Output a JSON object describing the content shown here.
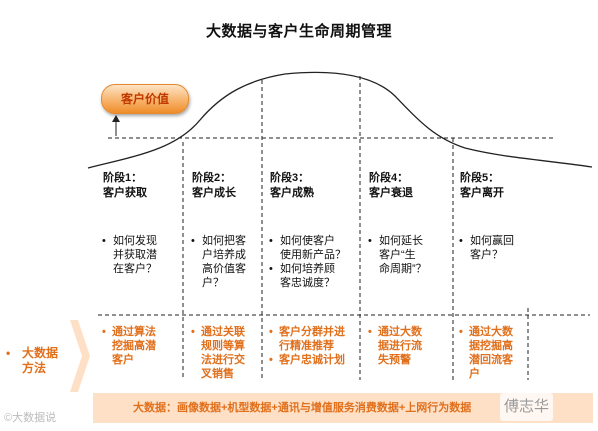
{
  "title": "大数据与客户生命周期管理",
  "value_label": "客户价值",
  "stages": [
    {
      "label": "阶段1：",
      "name": "客户获取",
      "questions": [
        [
          "如何发现",
          "并获取潜",
          "在客户？"
        ]
      ],
      "methods": [
        [
          "通过算法",
          "挖掘高潜",
          "客户"
        ]
      ]
    },
    {
      "label": "阶段2：",
      "name": "客户成长",
      "questions": [
        [
          "如何把客",
          "户培养成",
          "高价值客",
          "户？"
        ]
      ],
      "methods": [
        [
          "通过关联",
          "规则等算",
          "法进行交",
          "叉销售"
        ]
      ]
    },
    {
      "label": "阶段3：",
      "name": "客户成熟",
      "questions": [
        [
          "如何使客户",
          "使用新产品？"
        ],
        [
          "如何培养顾",
          "客忠诚度？"
        ]
      ],
      "methods": [
        [
          "客户分群并进",
          "行精准推荐"
        ],
        [
          "客户忠诚计划"
        ]
      ]
    },
    {
      "label": "阶段4：",
      "name": "客户衰退",
      "questions": [
        [
          "如何延长",
          "客户“生",
          "命周期”？"
        ]
      ],
      "methods": [
        [
          "通过大数",
          "据进行流",
          "失预警"
        ]
      ]
    },
    {
      "label": "阶段5：",
      "name": "客户离开",
      "questions": [
        [
          "如何赢回",
          "客户？"
        ]
      ],
      "methods": [
        [
          "通过大数",
          "据挖掘高",
          "潜回流客",
          "户"
        ]
      ]
    }
  ],
  "side_label": [
    "大数据",
    "方法"
  ],
  "banner": "大数据：画像数据+机型数据+通讯与增值服务消费数据+上网行为数据",
  "watermark_left": "©大数据说",
  "watermark_right": "傅志华",
  "colors": {
    "accent": "#e1701d",
    "pill": "#f7a85a",
    "banner_bg": "#fde0c6"
  }
}
